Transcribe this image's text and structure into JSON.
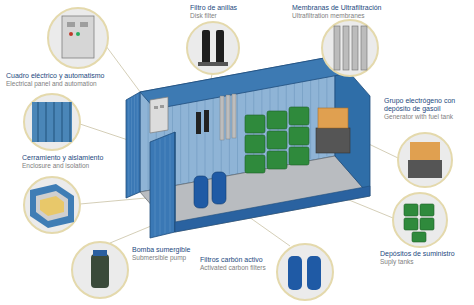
{
  "diagram": {
    "labels": [
      "Filtro de anillas",
      "Disk filter",
      "Membranas de Ultrafiltración",
      "Ultrafiltration membranes",
      "Cuadro eléctrico y automatismo",
      "Electrical panel and automation",
      "Grupo electrógeno con depósito de gasoil",
      "Generator with fuel tank",
      "Cerramiento y aislamiento",
      "Enclosure and isolation",
      "Depósitos de suministro",
      "Suply tanks",
      "Bomba sumergible",
      "Submersible pump",
      "Filtros carbón activo",
      "Activated carbon filters"
    ]
  }
}
